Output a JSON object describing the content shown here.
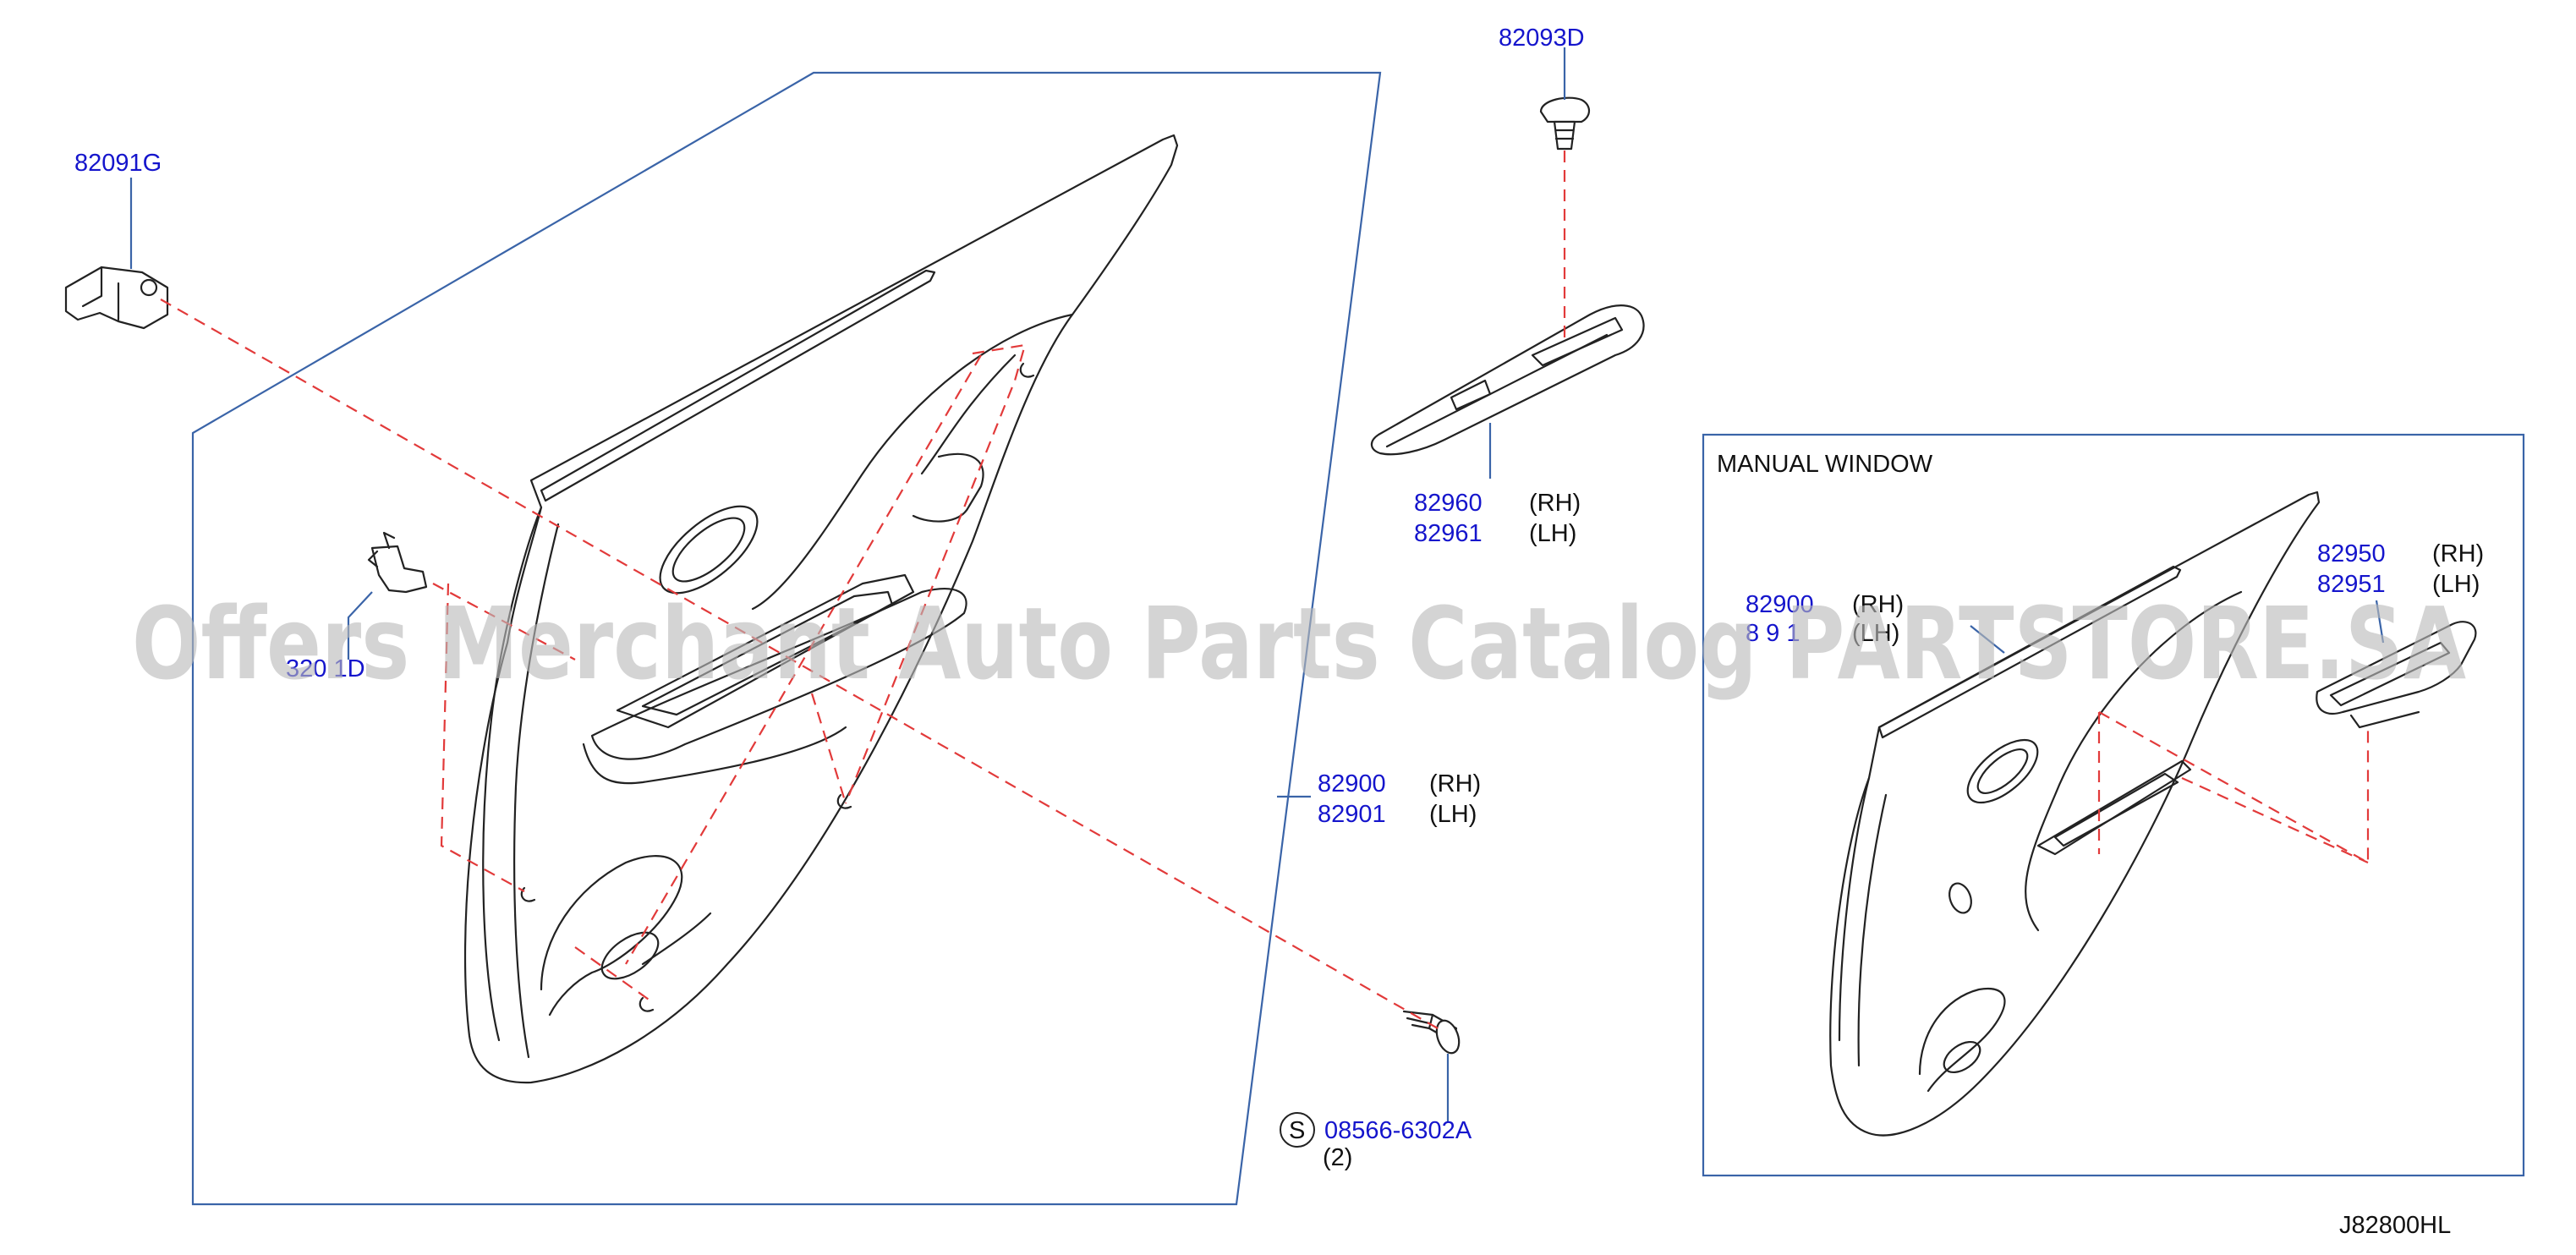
{
  "diagram": {
    "inset_title": "MANUAL   WINDOW",
    "drawing_code": "J82800HL",
    "watermark": "Offers Merchant Auto Parts Catalog PARTSTORE.SA",
    "colors": {
      "label": "#1515cc",
      "dash": "#e23a3a",
      "leader": "#3a64a8",
      "line": "#222222"
    },
    "callouts": {
      "clip_82091g": "82091G",
      "clip_82093d": "82093D",
      "clip_820xxd": "320  1D",
      "finisher_rh": "82960",
      "finisher_rh_side": "(RH)",
      "finisher_lh": "82961",
      "finisher_lh_side": "(LH)",
      "trim_rh": "82900",
      "trim_rh_side": "(RH)",
      "trim_lh": "82901",
      "trim_lh_side": "(LH)",
      "screw_symbol": "S",
      "screw_part": "08566-6302A",
      "screw_qty": "(2)",
      "inset_trim_rh": "82900",
      "inset_trim_rh_side": "(RH)",
      "inset_trim_lh": "8  9  1",
      "inset_trim_lh_side": "(LH)",
      "inset_switch_rh": "82950",
      "inset_switch_rh_side": "(RH)",
      "inset_switch_lh": "82951",
      "inset_switch_lh_side": "(LH)"
    }
  }
}
